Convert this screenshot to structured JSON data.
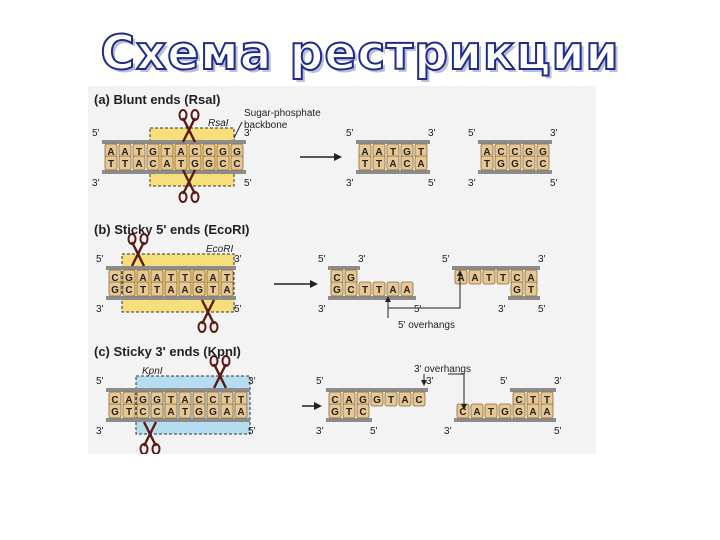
{
  "page": {
    "title": "Схема рестрикции"
  },
  "diagram": {
    "panels": [
      {
        "header": "(a) Blunt ends (RsaI)",
        "enzyme": "RsaI",
        "backbone_label": [
          "Sugar-phosphate",
          "backbone"
        ],
        "top_strand": [
          "A",
          "A",
          "T",
          "G",
          "T",
          "A",
          "C",
          "C",
          "G",
          "G"
        ],
        "bottom_strand": [
          "T",
          "T",
          "A",
          "C",
          "A",
          "T",
          "G",
          "G",
          "C",
          "C"
        ],
        "left_fragment": {
          "top": [
            "A",
            "A",
            "T",
            "G",
            "T"
          ],
          "bottom": [
            "T",
            "T",
            "A",
            "C",
            "A"
          ]
        },
        "right_fragment": {
          "top": [
            "A",
            "C",
            "C",
            "G",
            "G"
          ],
          "bottom": [
            "T",
            "G",
            "G",
            "C",
            "C"
          ]
        }
      },
      {
        "header": "(b) Sticky 5' ends (EcoRI)",
        "enzyme": "EcoRI",
        "top_strand": [
          "C",
          "G",
          "A",
          "A",
          "T",
          "T",
          "C",
          "A",
          "T"
        ],
        "bottom_strand": [
          "G",
          "C",
          "T",
          "T",
          "A",
          "A",
          "G",
          "T",
          "A"
        ],
        "left_fragment": {
          "top": [
            "C",
            "G"
          ],
          "bottom": [
            "G",
            "C",
            "T",
            "T",
            "A",
            "A"
          ]
        },
        "right_fragment": {
          "top": [
            "A",
            "A",
            "T",
            "T",
            "C",
            "A"
          ],
          "bottom": [
            "G",
            "T"
          ]
        },
        "overhang_label": "5' overhangs"
      },
      {
        "header": "(c) Sticky 3' ends (KpnI)",
        "enzyme": "KpnI",
        "top_strand": [
          "C",
          "A",
          "G",
          "G",
          "T",
          "A",
          "C",
          "C",
          "T",
          "T"
        ],
        "bottom_strand": [
          "G",
          "T",
          "C",
          "C",
          "A",
          "T",
          "G",
          "G",
          "A",
          "A"
        ],
        "left_fragment": {
          "top": [
            "C",
            "A",
            "G",
            "G",
            "T",
            "A",
            "C"
          ],
          "bottom": [
            "G",
            "T",
            "C"
          ]
        },
        "right_fragment": {
          "top": [
            "C",
            "T",
            "T"
          ],
          "bottom": [
            "C",
            "A",
            "T",
            "G",
            "G",
            "A",
            "A"
          ]
        },
        "overhang_label": "3' overhangs"
      }
    ],
    "end_labels": {
      "five": "5'",
      "three": "3'"
    },
    "colors": {
      "base_fill": "#e7c894",
      "base_stroke": "#8a6a36",
      "backbone": "#8c8c8c",
      "highlight_yellow": "#f6df7a",
      "highlight_blue": "#b6dcf0",
      "scissors": "#5a1a14"
    }
  }
}
